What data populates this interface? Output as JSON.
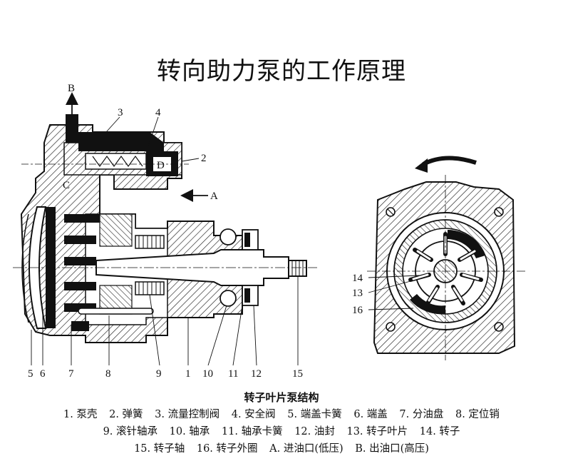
{
  "title": "转向助力泵的工作原理",
  "labels": {
    "B": "B",
    "A": "A",
    "C": "C",
    "D": "D",
    "n2": "2",
    "n3": "3",
    "n4": "4",
    "n5": "5",
    "n6": "6",
    "n7": "7",
    "n8": "8",
    "n9": "9",
    "n1": "1",
    "n10": "10",
    "n11": "11",
    "n12": "12",
    "n15": "15",
    "n14": "14",
    "n13": "13",
    "n16": "16"
  },
  "caption_title": "转子叶片泵结构",
  "legend": {
    "row1": [
      "1. 泵壳",
      "2. 弹簧",
      "3. 流量控制阀",
      "4. 安全阀",
      "5. 端盖卡簧",
      "6. 端盖",
      "7. 分油盘",
      "8. 定位销"
    ],
    "row2": [
      "9. 滚针轴承",
      "10. 轴承",
      "11. 轴承卡簧",
      "12. 油封",
      "13. 转子叶片",
      "14. 转子"
    ],
    "row3": [
      "15. 转子轴",
      "16. 转子外圈",
      "A. 进油口(低压)",
      "B. 出油口(高压)"
    ]
  }
}
